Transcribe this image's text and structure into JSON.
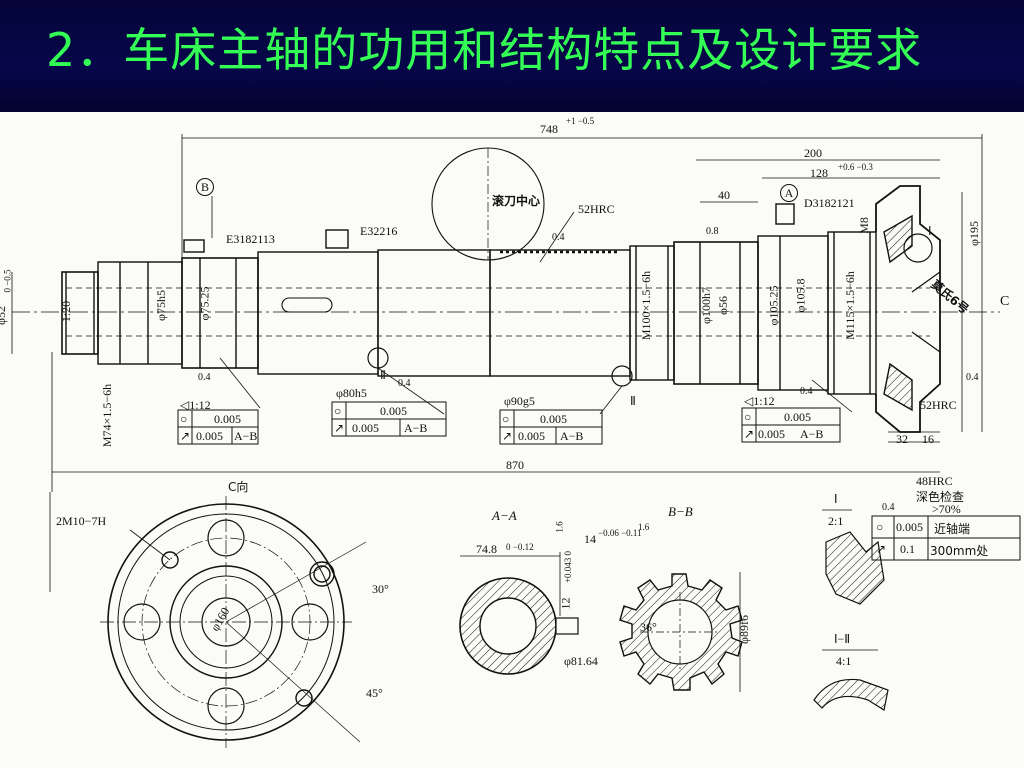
{
  "slide": {
    "title": "2．车床主轴的功用和结构特点及设计要求"
  },
  "drawing": {
    "dims": {
      "overall_top": "748 ",
      "overall_top_tol": "+1 −0.5",
      "len_200": "200",
      "len_128": "128",
      "len_128_tol": "+0.6 −0.3",
      "len_40": "40",
      "len_870": "870",
      "len_32": "32",
      "len_16": "16",
      "dia_52": "φ52",
      "dia_52_tol": "0 −0.5",
      "dia_75h5": "φ75h5",
      "dia_75_25": "φ75.25",
      "dia_100h7": "φ100h7",
      "dia_56": "φ56",
      "dia_105_25": "φ105.25",
      "dia_105_8": "φ105.8",
      "dia_195": "φ195",
      "thread_m74": "M74×1.5−6h",
      "thread_m100": "M100×1.5−6h",
      "thread_m115": "M115×1.5−6h",
      "m8": "M8",
      "taper_120": "1:20"
    },
    "labels": {
      "datum_b": "B",
      "datum_a": "A",
      "bearing_e3182113": "E3182113",
      "bearing_e32216": "E32216",
      "bearing_d3182121": "D3182121",
      "roll_center": "滚刀中心",
      "hrc52_top": "52HRC",
      "hrc52_right": "52HRC",
      "roman_1": "Ⅰ",
      "roman_2a": "Ⅱ",
      "roman_2b": "Ⅱ",
      "morse": "莫氏6号",
      "view_c_arrow": "C",
      "ra_04_a": "0.4",
      "ra_04_b": "0.4",
      "ra_04_c": "0.4",
      "ra_04_d": "0.4",
      "ra_04_e": "0.4",
      "ra_08": "0.8",
      "ra_04_top": "0.4"
    },
    "tol_boxes": [
      {
        "title": "◁1:12",
        "row1_sym": "○",
        "row1_val": "0.005",
        "row2_sym": "↗",
        "row2_val": "0.005",
        "row2_ref": "A−B"
      },
      {
        "title": "φ80h5",
        "row1_sym": "○",
        "row1_val": "0.005",
        "row2_sym": "↗",
        "row2_val": "0.005",
        "row2_ref": "A−B"
      },
      {
        "title": "φ90g5",
        "row1_sym": "○",
        "row1_val": "0.005",
        "row2_sym": "↗",
        "row2_val": "0.005",
        "row2_ref": "A−B"
      },
      {
        "title": "◁1:12",
        "row1_sym": "○",
        "row1_val": "0.005",
        "row2_sym": "↗",
        "row2_val": "0.005",
        "row2_ref": "A−B"
      }
    ],
    "view_c": {
      "title": "C向",
      "thread": "2M10−7H",
      "angle_30": "30°",
      "angle_45": "45°",
      "dia_160": "φ160"
    },
    "section_aa": {
      "title": "A−A",
      "dim_74_8": "74.8",
      "dim_74_8_tol": "0 −0.12",
      "dim_12": "12",
      "dim_12_tol": "+0.043 0",
      "ra": "1.6"
    },
    "section_bb": {
      "title": "B−B",
      "dim_14": "14",
      "dim_14_tol": "−0.06 −0.11",
      "ra": "1.6",
      "angle_36": "36°",
      "dia_81_64": "φ81.64",
      "dia_89f6": "φ89f6"
    },
    "detail_1": {
      "label": "Ⅰ",
      "scale": "2:1"
    },
    "detail_2": {
      "label": "Ⅰ−Ⅱ",
      "scale": "4:1"
    },
    "spec_box": {
      "hrc": "48HRC",
      "check": "深色检查",
      "pct": ">70%",
      "ra": "0.4",
      "row1_sym": "○",
      "row1_val": "0.005",
      "row1_note": "近轴端",
      "row2_sym": "↗",
      "row2_val": "0.1",
      "row2_note": "300mm处"
    }
  }
}
